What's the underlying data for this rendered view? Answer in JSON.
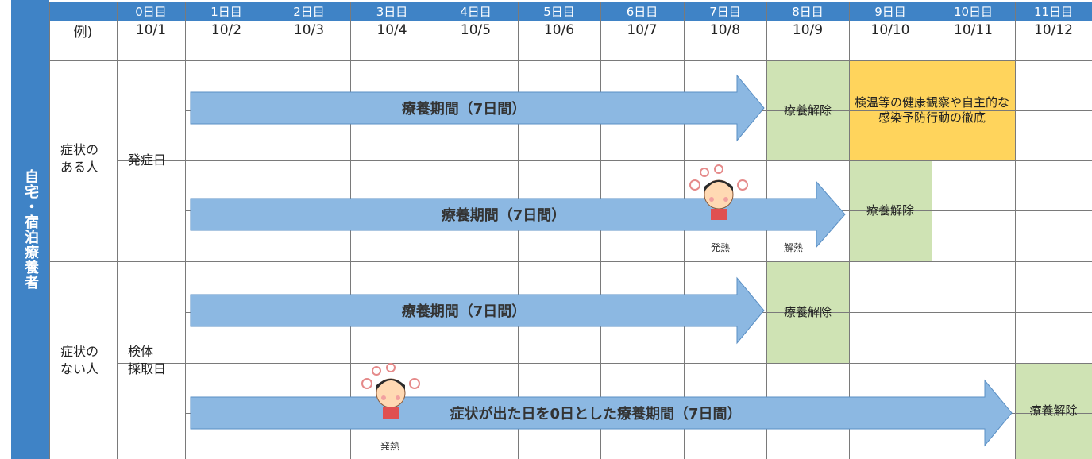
{
  "header": {
    "days": [
      "0日目",
      "1日目",
      "2日目",
      "3日目",
      "4日目",
      "5日目",
      "6日目",
      "7日目",
      "8日目",
      "9日目",
      "10日目",
      "11日目"
    ],
    "example_label": "例)",
    "dates": [
      "10/1",
      "10/2",
      "10/3",
      "10/4",
      "10/5",
      "10/6",
      "10/7",
      "10/8",
      "10/9",
      "10/10",
      "10/11",
      "10/12"
    ]
  },
  "side_label": "自宅・宿泊療養者",
  "groups": {
    "symptomatic": {
      "label": "症状の\nある人",
      "start": "発症日"
    },
    "asymptomatic": {
      "label": "症状の\nない人",
      "start": "検体\n採取日"
    }
  },
  "rows": {
    "r1": {
      "period": "療養期間（7日間）",
      "release": "療養解除",
      "note": "検温等の健康観察や自主的な感染予防行動の徹底"
    },
    "r2": {
      "period": "療養期間（7日間）",
      "release": "療養解除",
      "fever": "発熱",
      "fever_gone": "解熱"
    },
    "r3": {
      "period": "療養期間（7日間）",
      "release": "療養解除"
    },
    "r4": {
      "period": "症状が出た日を0日とした療養期間（7日間）",
      "release": "療養解除",
      "fever": "発熱"
    }
  },
  "colors": {
    "header_blue": "#3f83c6",
    "arrow_blue": "#8cb8e2",
    "release_green": "#cfe3b4",
    "note_yellow": "#ffd45c"
  }
}
